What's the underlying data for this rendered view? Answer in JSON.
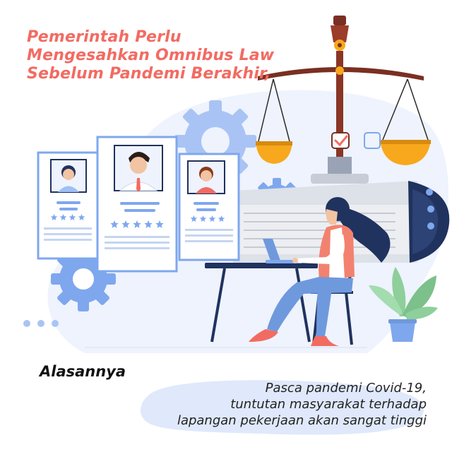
{
  "headline": {
    "lines": [
      "Pemerintah Perlu",
      "Mengesahkan Omnibus Law",
      "Sebelum Pandemi Berakhir,"
    ],
    "color": "#f26b62"
  },
  "section_label": "Alasannya",
  "reason": {
    "lines": [
      "Pasca pandemi Covid-19,",
      "tuntutan masyarakat terhadap",
      "lapangan pekerjaan akan sangat tinggi"
    ]
  },
  "candidate_cards": [
    {
      "rating": 4
    },
    {
      "rating": 5
    },
    {
      "rating": 4
    }
  ],
  "icons": [
    "gear-icon",
    "scale-icon",
    "checkbox-checked-icon",
    "checkbox-empty-icon",
    "star-icon",
    "laptop-icon",
    "plant-icon",
    "document-icon"
  ],
  "colors": {
    "accent_blue": "#7fa7ee",
    "light_blue": "#dfe9fb",
    "pale_blue": "#eef3fd",
    "navy": "#20325e",
    "scale_orange": "#f7a81c",
    "scale_brown": "#7a2f22",
    "shirt_pink": "#f2826f",
    "pants_blue": "#6f99dd"
  }
}
